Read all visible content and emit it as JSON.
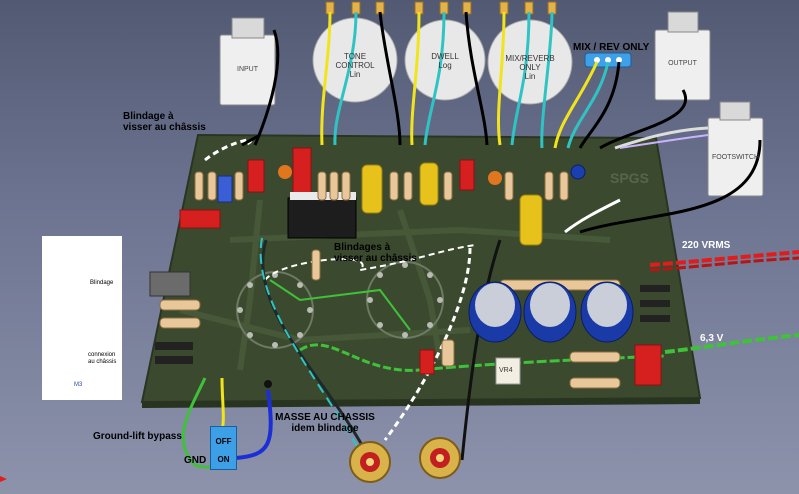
{
  "labels": {
    "blindage_chassis": "Blindage à\nvisser au châssis",
    "blindages_chassis": "Blindages à\nvisser au châssis",
    "mix_rev_only": "MIX / REV ONLY",
    "vrms_220": "220 VRMS",
    "v_63": "6,3 V",
    "masse_chassis": "MASSE AU CHASSIS\nidem blindage",
    "ground_lift": "Ground-lift bypass",
    "gnd": "GND",
    "off": "OFF",
    "on": "ON"
  },
  "pots": [
    {
      "name": "TONE CONTROL",
      "taper": "Lin"
    },
    {
      "name": "DWELL",
      "taper": "Log"
    },
    {
      "name": "MIX/REVERB ONLY",
      "taper": "Lin"
    }
  ],
  "jacks": {
    "input": "INPUT",
    "output": "OUTPUT",
    "footswitch": "FOOTSWITCH"
  },
  "board": {
    "logo": "SPGS",
    "trimmer": "VR4"
  },
  "legend": {
    "blindage": "Blindage",
    "connexion": "connexion\nau châssis",
    "m3": "M3"
  },
  "colors": {
    "board": "#3a4a2e",
    "wire_yellow": "#f2e41a",
    "wire_cyan": "#2fc4c4",
    "wire_red": "#e21b1b",
    "wire_green": "#3fc13a",
    "wire_blue": "#1c2fd6"
  }
}
